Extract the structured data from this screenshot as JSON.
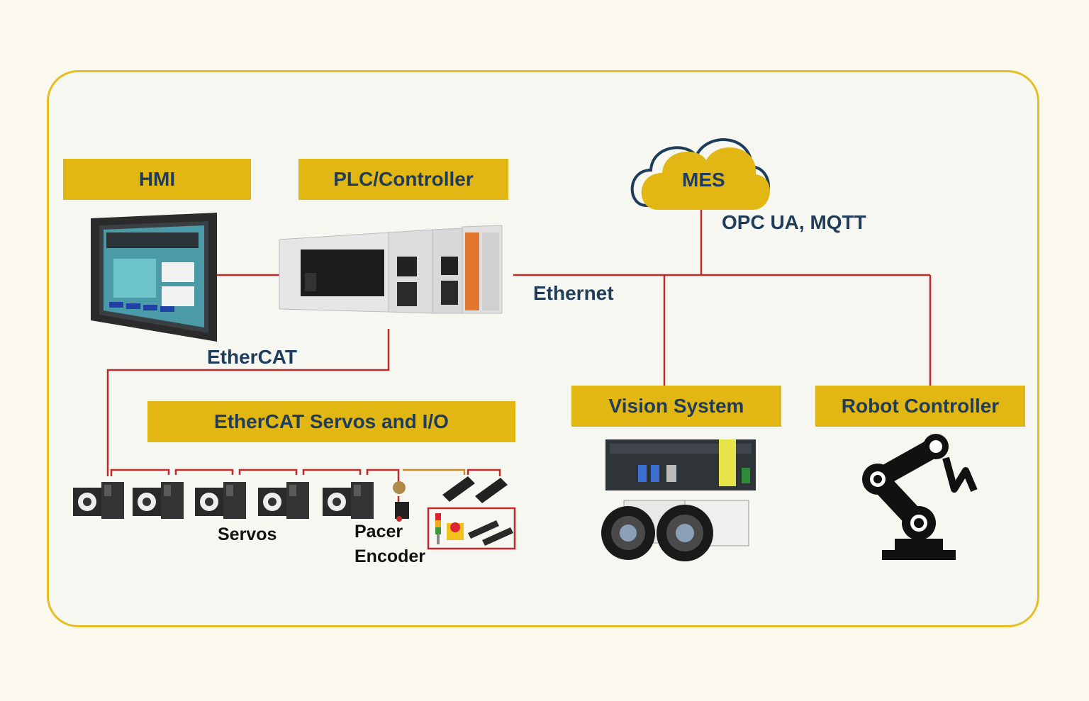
{
  "labels": {
    "hmi": "HMI",
    "plc": "PLC/Controller",
    "mes": "MES",
    "ethercat_group": "EtherCAT Servos and I/O",
    "vision": "Vision System",
    "robot": "Robot Controller"
  },
  "connections": {
    "opc": "OPC UA, MQTT",
    "ethernet": "Ethernet",
    "ethercat": "EtherCAT"
  },
  "devices": {
    "servos": "Servos",
    "pacer": "Pacer",
    "encoder": "Encoder"
  },
  "colors": {
    "label_fill": "#e3b713",
    "frame": "#e6be22",
    "text": "#1f3d5a",
    "wire": "#c22a2a"
  },
  "icons": [
    "hmi-panel-icon",
    "plc-icon",
    "cloud-icon",
    "servo-drive-icon",
    "encoder-icon",
    "photo-sensor-icon",
    "signal-tower-icon",
    "industrial-pc-icon",
    "camera-icon",
    "robot-arm-icon"
  ]
}
